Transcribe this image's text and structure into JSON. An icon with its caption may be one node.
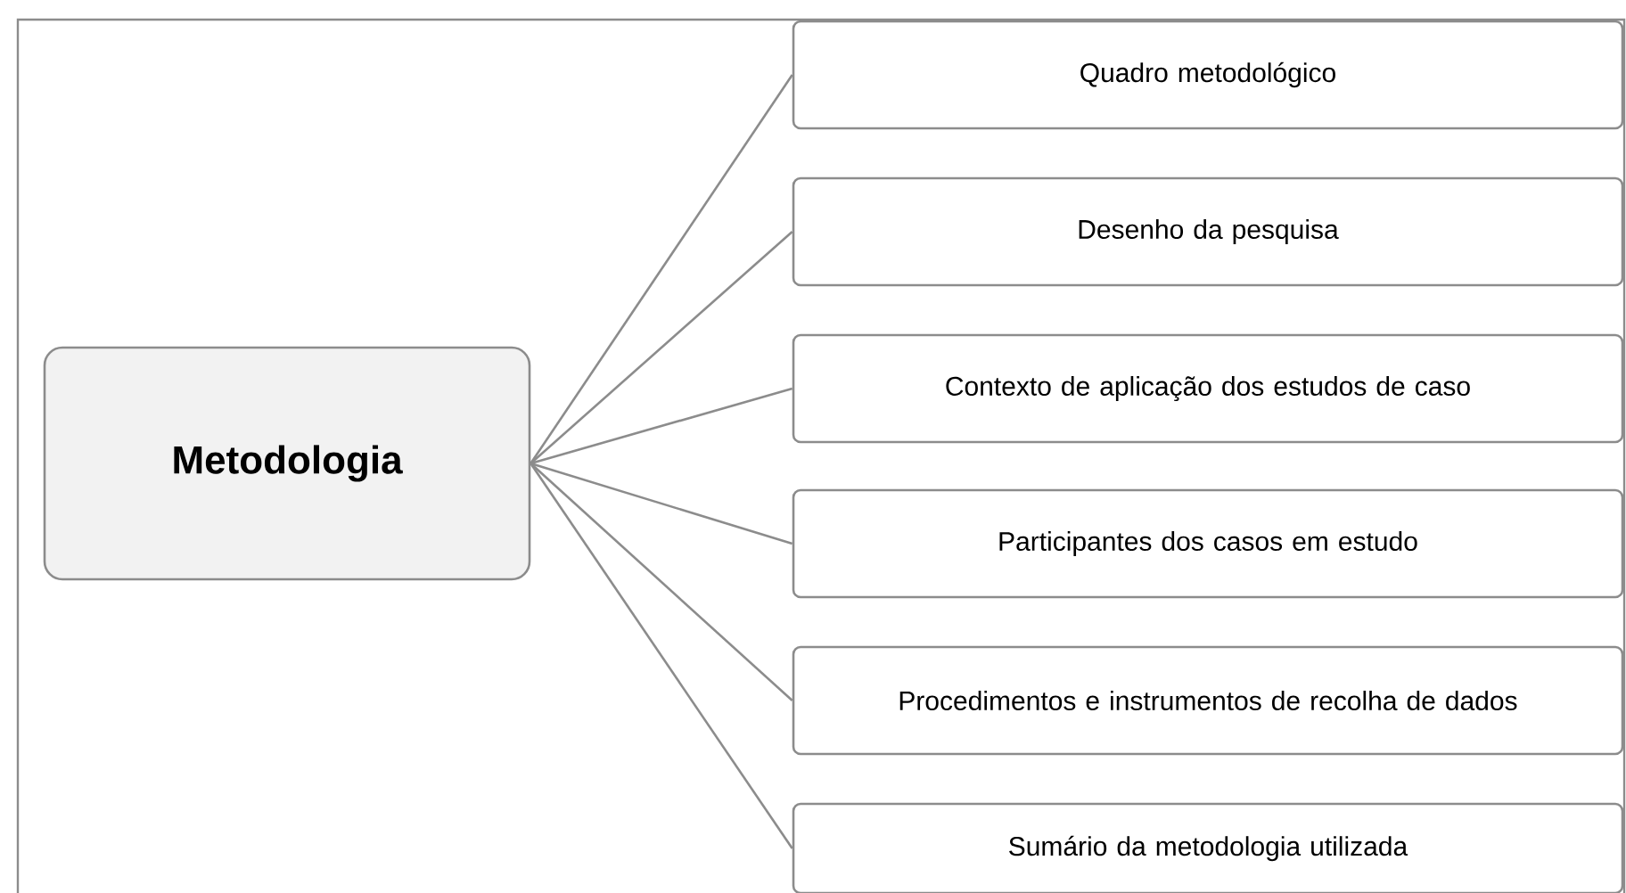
{
  "diagram": {
    "nodes": [
      {
        "text": [
          "Metodologia"
        ]
      },
      {
        "text": [
          "Quadro metodológico"
        ]
      },
      {
        "text": [
          "Desenho da pesquisa"
        ]
      },
      {
        "text": [
          "Contexto de aplicação dos estudos de caso"
        ]
      },
      {
        "text": [
          "Participantes dos casos em estudo"
        ]
      },
      {
        "text": [
          "Procedimentos e instrumentos de recolha de dados"
        ]
      },
      {
        "text": [
          "Sumário da metodologia utilizada"
        ]
      }
    ],
    "edges": [
      {
        "from": 0,
        "to": 1,
        "arrow": "none"
      },
      {
        "from": 0,
        "to": 2,
        "arrow": "none"
      },
      {
        "from": 0,
        "to": 3,
        "arrow": "none"
      },
      {
        "from": 0,
        "to": 4,
        "arrow": "none"
      },
      {
        "from": 0,
        "to": 5,
        "arrow": "none"
      },
      {
        "from": 0,
        "to": 6,
        "arrow": "none"
      }
    ]
  }
}
